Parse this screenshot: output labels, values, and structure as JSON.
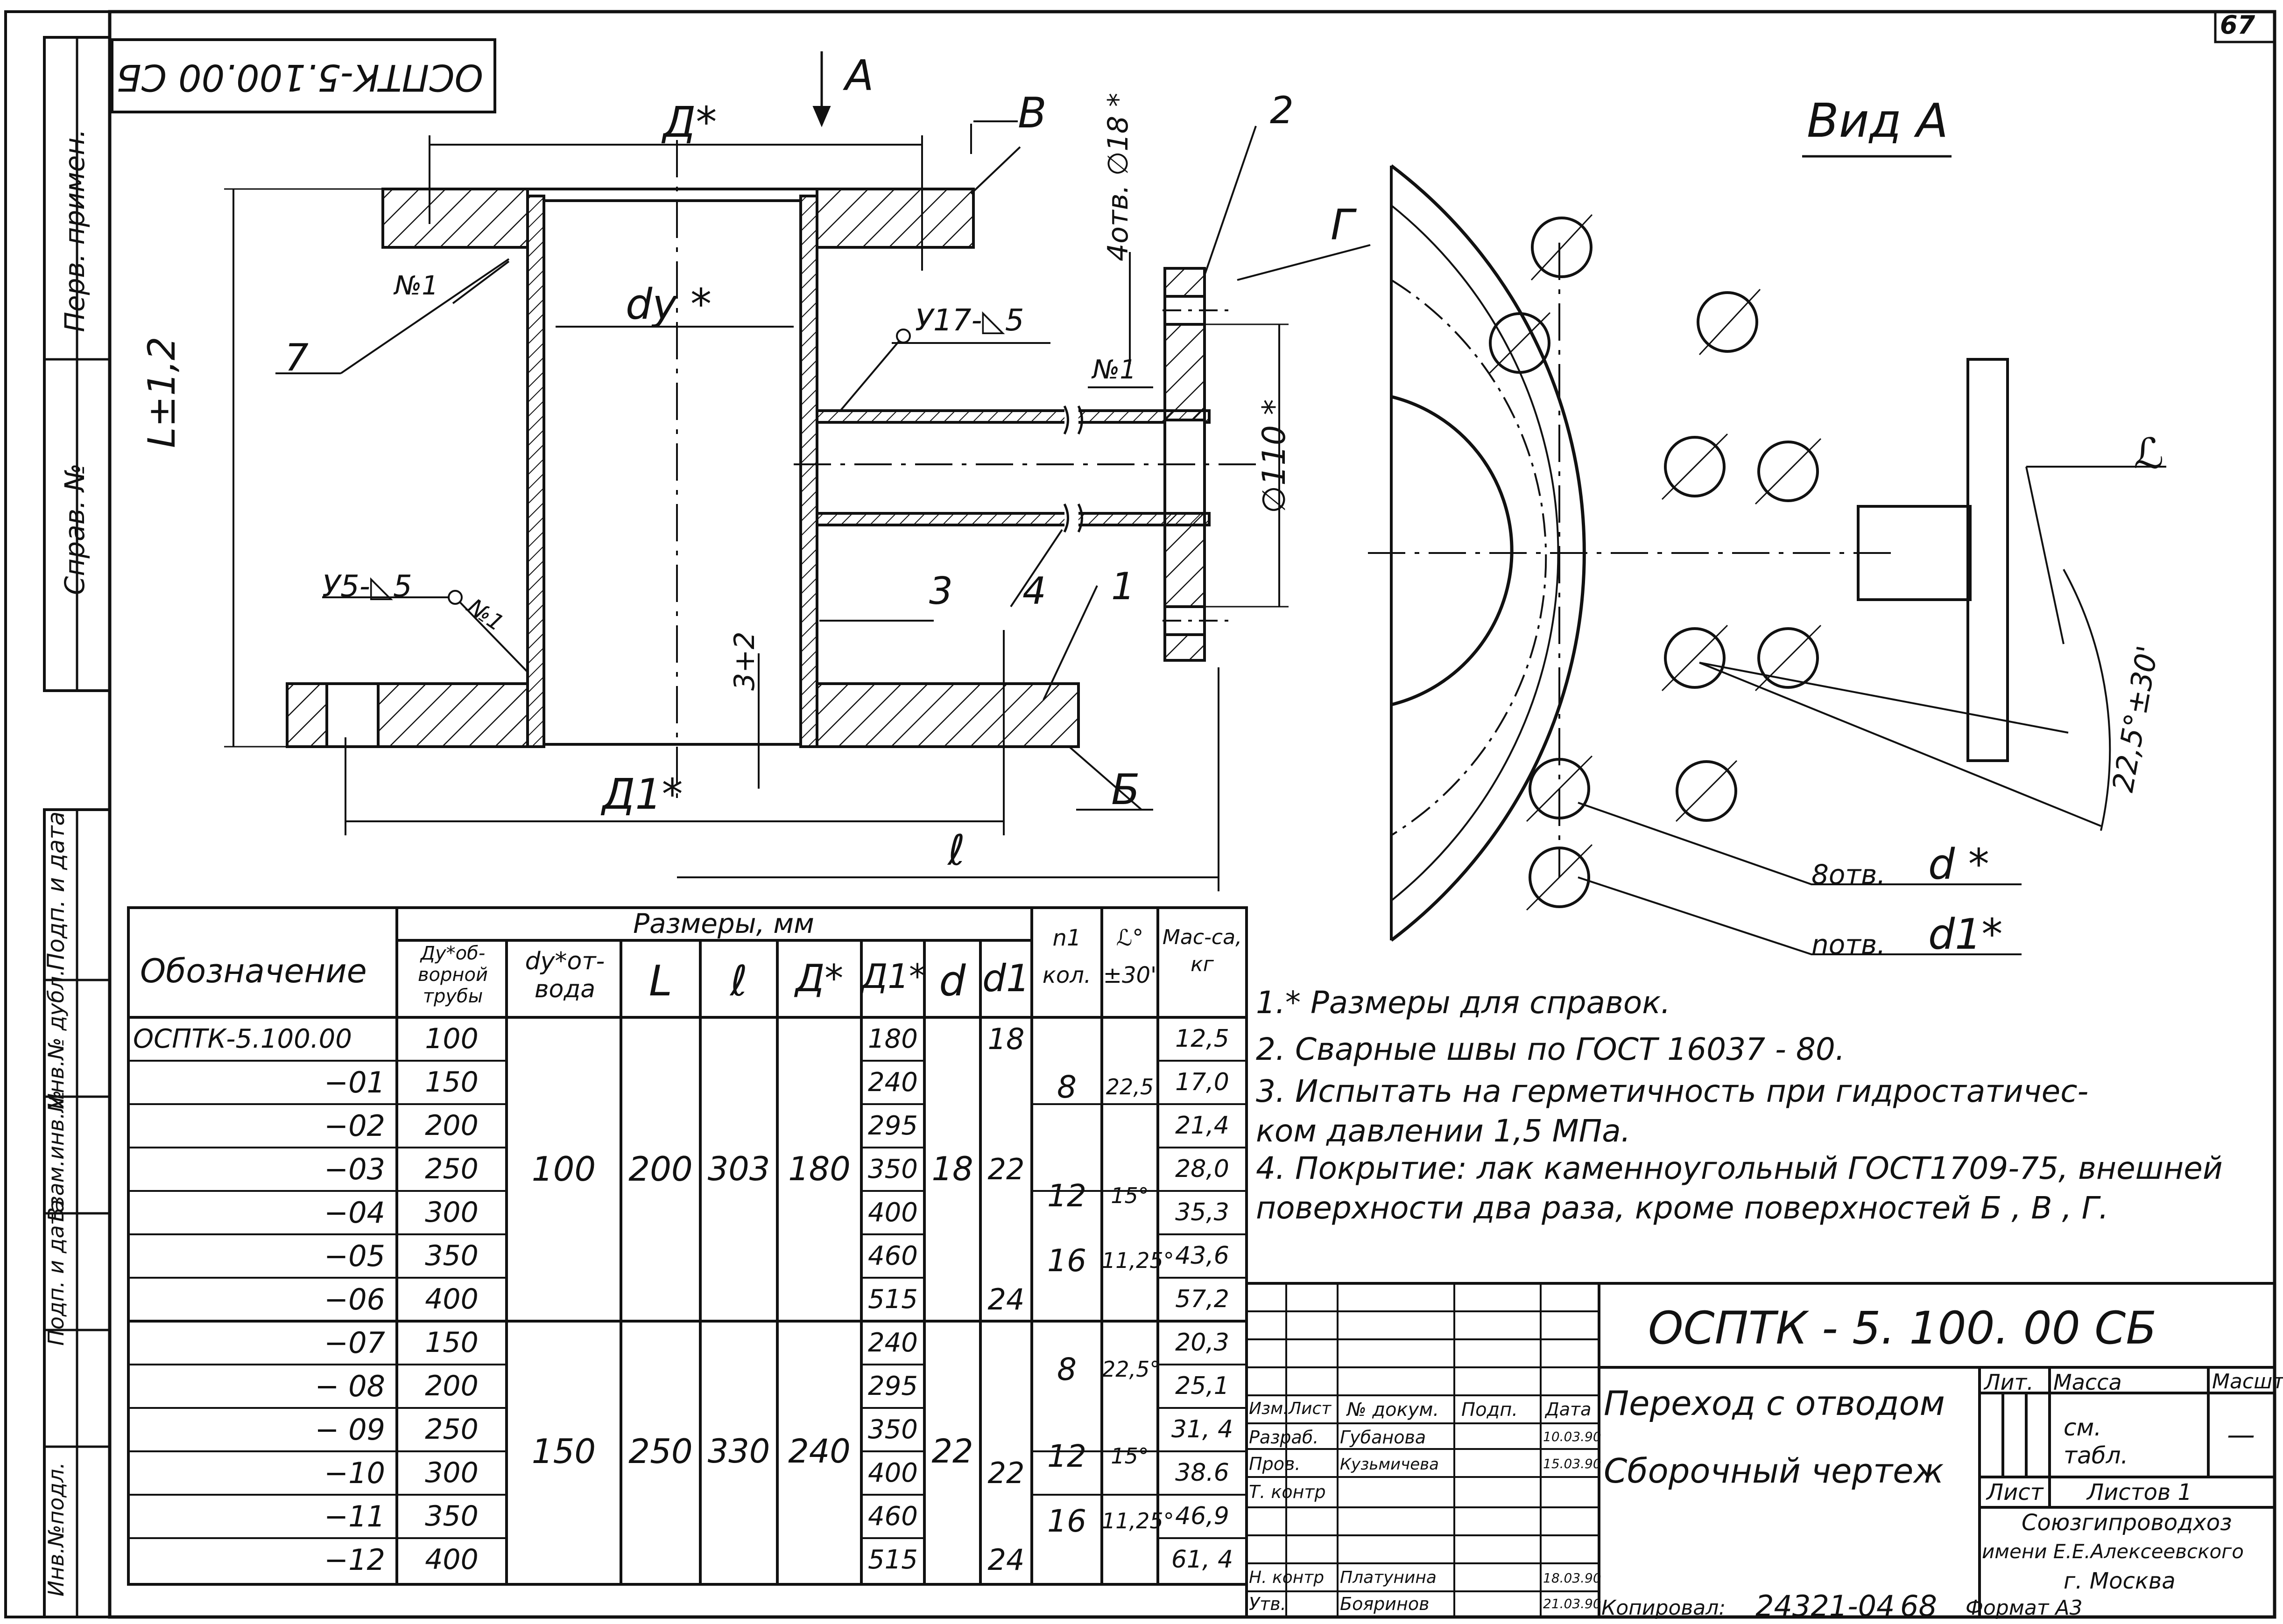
{
  "page_number": "67",
  "rotated_code": "ОСПТК-5.100.00 СБ",
  "left_strip": {
    "perv_primen": "Перв. примен.",
    "sprav_no": "Справ. №",
    "podp_data_1": "Подп. и дата",
    "inv_dubl": "Инв.№ дубл.",
    "vzam_inv": "Взам.инв.№",
    "podp_data_2": "Подп. и дата",
    "inv_podl": "Инв.№подл."
  },
  "drawing": {
    "view_arrow": "A",
    "dim_D_star": "Д*",
    "dim_dy_star": "dу *",
    "dim_L": "L±1,2",
    "dim_D1_star": "Д1*",
    "dim_l": "ℓ",
    "dim_3": "3+2",
    "leader_B": "В",
    "leader_B_low": "Б",
    "leader_G": "Г",
    "leader_2": "2",
    "leader_3": "3",
    "leader_4": "4",
    "leader_1": "1",
    "leader_7": "7",
    "weld_n1_top": "№1",
    "weld_n1_right": "№1",
    "weld_n1_low": "№1",
    "weld_y17": "У17-◺5",
    "weld_y5": "У5-◺5",
    "holes_4": "4отв. ∅18 *",
    "dia_110": "∅110 *"
  },
  "view_a": {
    "title": "Вид А",
    "alpha": "ℒ",
    "angle": "22,5°±30'",
    "holes_8": "8отв.",
    "holes_8_d": "d *",
    "holes_n": "nотв.",
    "holes_n_d": "d1*"
  },
  "table": {
    "header_sizes": "Размеры, мм",
    "col_designation": "Обозначение",
    "col_dy_branch": "Дy*об-ворной трубы",
    "col_dy_outlet": "dу*от-вода",
    "col_L": "L",
    "col_l": "ℓ",
    "col_D": "Д*",
    "col_D1": "Д1*",
    "col_d": "d",
    "col_d1": "d1",
    "col_n1": "n1 кол.",
    "col_alpha": "ℒ° ±30'",
    "col_mass": "Мас-са, кг",
    "rows": [
      {
        "des": "ОСПТК-5.100.00",
        "dy": "100",
        "D1": "180",
        "mass": "12,5"
      },
      {
        "des": "−01",
        "dy": "150",
        "D1": "240",
        "mass": "17,0"
      },
      {
        "des": "−02",
        "dy": "200",
        "D1": "295",
        "mass": "21,4"
      },
      {
        "des": "−03",
        "dy": "250",
        "D1": "350",
        "mass": "28,0"
      },
      {
        "des": "−04",
        "dy": "300",
        "D1": "400",
        "mass": "35,3"
      },
      {
        "des": "−05",
        "dy": "350",
        "D1": "460",
        "mass": "43,6"
      },
      {
        "des": "−06",
        "dy": "400",
        "D1": "515",
        "mass": "57,2"
      },
      {
        "des": "−07",
        "dy": "150",
        "D1": "240",
        "mass": "20,3"
      },
      {
        "des": "− 08",
        "dy": "200",
        "D1": "295",
        "mass": "25,1"
      },
      {
        "des": "− 09",
        "dy": "250",
        "D1": "350",
        "mass": "31, 4"
      },
      {
        "des": "−10",
        "dy": "300",
        "D1": "400",
        "mass": "38.6"
      },
      {
        "des": "−11",
        "dy": "350",
        "D1": "460",
        "mass": "46,9"
      },
      {
        "des": "−12",
        "dy": "400",
        "D1": "515",
        "mass": "61, 4"
      }
    ],
    "group1": {
      "dy_outlet": "100",
      "L": "200",
      "l": "303",
      "D": "180",
      "d": "18"
    },
    "group2": {
      "dy_outlet": "150",
      "L": "250",
      "l": "330",
      "D": "240",
      "d": "22"
    },
    "d1_values": [
      "18",
      "22",
      "24",
      "22",
      "24"
    ],
    "n_alpha": [
      {
        "n": "8",
        "a": "22,5"
      },
      {
        "n": "12",
        "a": "15°"
      },
      {
        "n": "16",
        "a": "11,25°"
      },
      {
        "n": "8",
        "a": "22,5°"
      },
      {
        "n": "12",
        "a": "15°"
      },
      {
        "n": "16",
        "a": "11,25°"
      }
    ]
  },
  "notes": [
    "1.* Размеры для справок.",
    "2.  Сварные швы по ГОСТ 16037 - 80.",
    "3.  Испытать на герметичность при гидростатичес-",
    "ком давлении 1,5 МПа.",
    "4.  Покрытие: лак каменноугольный ГОСТ1709-75, внешней",
    "поверхности два раза, кроме поверхностей Б , В , Г."
  ],
  "title_block": {
    "doc_code": "ОСПТК - 5. 100. 00 СБ",
    "name_1": "Переход с отводом",
    "name_2": "Сборочный чертеж",
    "hdr_izm": "Изм.",
    "hdr_list": "Лист",
    "hdr_docnum": "№ докум.",
    "hdr_podp": "Подп.",
    "hdr_data": "Дата",
    "razrab_label": "Разраб.",
    "razrab_name": "Губанова",
    "razrab_date": "10.03.90",
    "prov_label": "Пров.",
    "prov_name": "Кузьмичева",
    "prov_date": "15.03.90",
    "tkontr_label": "Т. контр",
    "nkontr_label": "Н. контр",
    "nkontr_name": "Платунина",
    "nkontr_date": "18.03.90",
    "utv_label": "Утв.",
    "utv_name": "Бояринов",
    "utv_date": "21.03.90",
    "lit": "Лит.",
    "massa": "Масса",
    "masht": "Масшт.",
    "massa_val_1": "см.",
    "massa_val_2": "табл.",
    "masht_val": "—",
    "list": "Лист",
    "listov": "Листов 1",
    "org_1": "Союзгипроводхоз",
    "org_2": "имени Е.Е.Алексеевского",
    "org_3": "г.  Москва"
  },
  "footer": {
    "copied_label": "Копировал:",
    "copied_number": "24321-04",
    "sheet_no": "68",
    "format": "Формат А3"
  }
}
